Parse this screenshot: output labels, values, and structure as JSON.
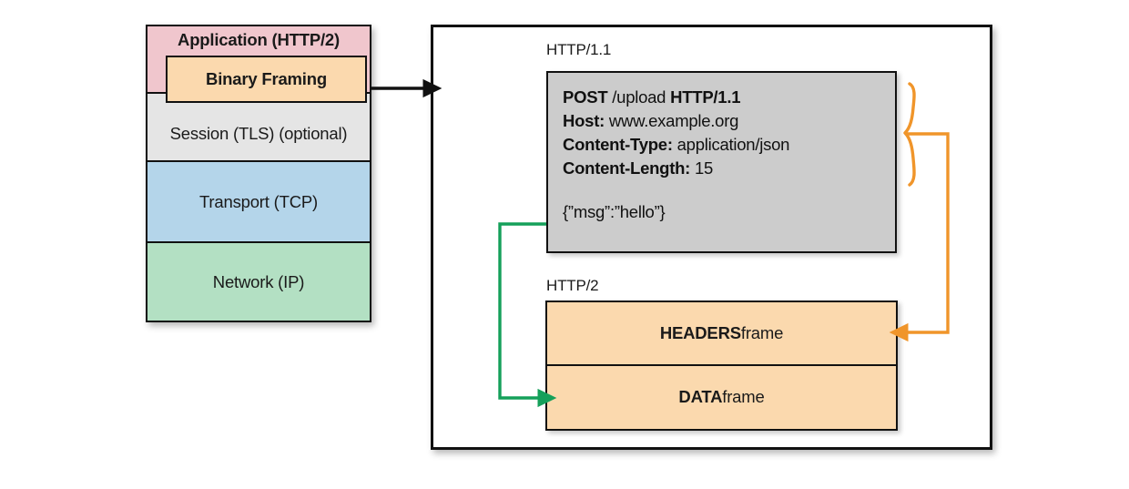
{
  "diagram": {
    "title": "HTTP/2 binary framing layer translating an HTTP/1.1 message into HEADERS and DATA frames",
    "colors": {
      "application_layer": "#f0c6cd",
      "binary_framing": "#fbd9ae",
      "session_layer": "#e5e5e5",
      "transport_layer": "#b4d5ea",
      "network_layer": "#b3e0c3",
      "message_box": "#cccccc",
      "frame_fill": "#fbd9ae",
      "headers_connector": "#f0952a",
      "data_connector": "#15a05a",
      "stroke": "#111111"
    }
  },
  "stack": {
    "layers": [
      {
        "label": "Application (HTTP/2)",
        "name": "application"
      },
      {
        "label": "Session (TLS) (optional)",
        "name": "session"
      },
      {
        "label": "Transport (TCP)",
        "name": "transport"
      },
      {
        "label": "Network (IP)",
        "name": "network"
      }
    ],
    "binary_framing_label": "Binary Framing"
  },
  "panel": {
    "http11_label": "HTTP/1.1",
    "http2_label": "HTTP/2",
    "message": {
      "request_line": {
        "method": "POST",
        "path": "/upload",
        "version": "HTTP/1.1"
      },
      "headers": [
        {
          "name": "Host:",
          "value": "www.example.org"
        },
        {
          "name": "Content-Type:",
          "value": "application/json"
        },
        {
          "name": "Content-Length:",
          "value": "15"
        }
      ],
      "body": "{”msg”:”hello”}"
    },
    "frames": [
      {
        "name": "HEADERS",
        "suffix": " frame"
      },
      {
        "name": "DATA",
        "suffix": " frame"
      }
    ]
  }
}
